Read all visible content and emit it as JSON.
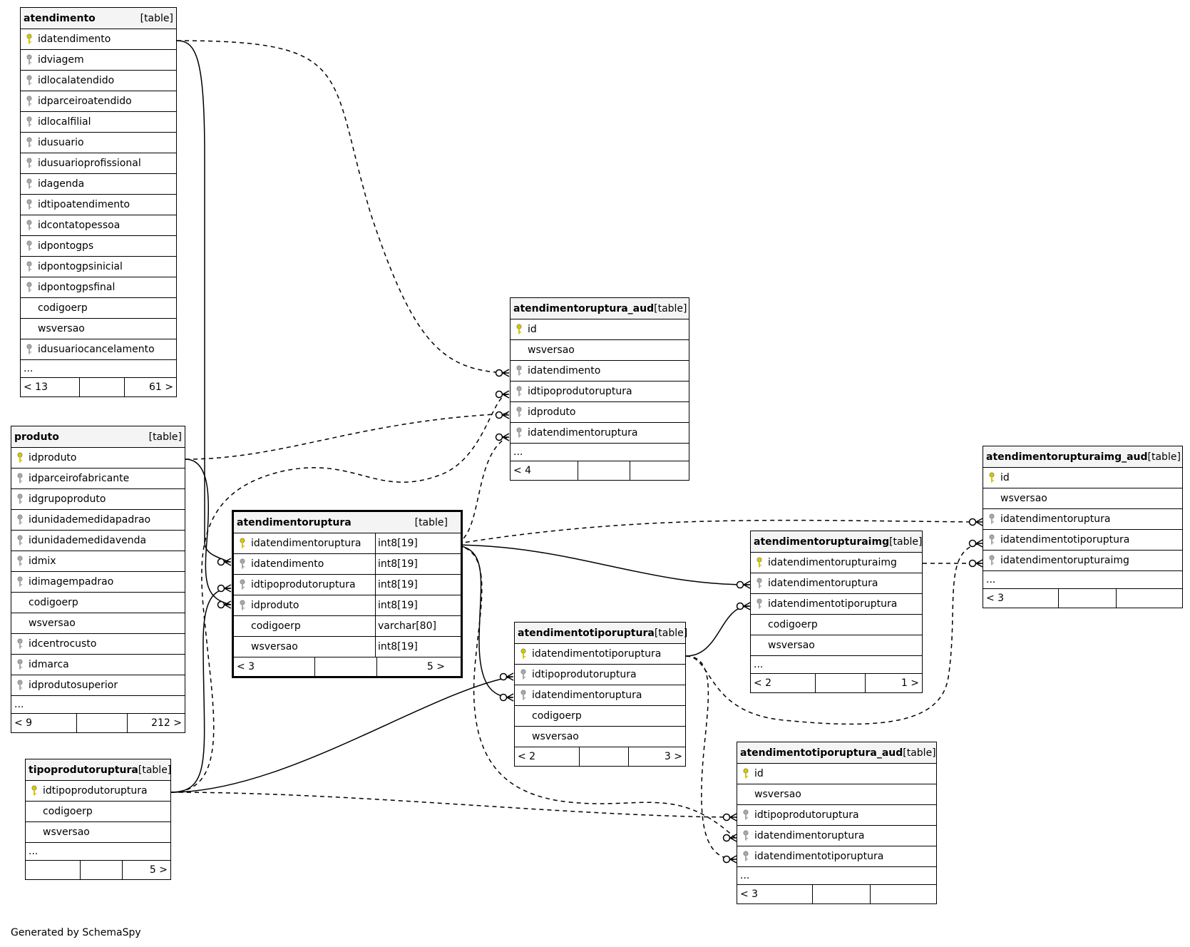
{
  "footer_text": "Generated by SchemaSpy",
  "tables": {
    "atendimento": {
      "name": "atendimento",
      "type": "[table]",
      "columns": [
        {
          "name": "idatendimento",
          "icon": "primary-key-icon"
        },
        {
          "name": "idviagem",
          "icon": "foreign-key-icon"
        },
        {
          "name": "idlocalatendido",
          "icon": "foreign-key-icon"
        },
        {
          "name": "idparceiroatendido",
          "icon": "foreign-key-icon"
        },
        {
          "name": "idlocalfilial",
          "icon": "foreign-key-icon"
        },
        {
          "name": "idusuario",
          "icon": "foreign-key-icon"
        },
        {
          "name": "idusuarioprofissional",
          "icon": "foreign-key-icon"
        },
        {
          "name": "idagenda",
          "icon": "foreign-key-icon"
        },
        {
          "name": "idtipoatendimento",
          "icon": "foreign-key-icon"
        },
        {
          "name": "idcontatopessoa",
          "icon": "foreign-key-icon"
        },
        {
          "name": "idpontogps",
          "icon": "foreign-key-icon"
        },
        {
          "name": "idpontogpsinicial",
          "icon": "foreign-key-icon"
        },
        {
          "name": "idpontogpsfinal",
          "icon": "foreign-key-icon"
        },
        {
          "name": "codigoerp",
          "icon": ""
        },
        {
          "name": "wsversao",
          "icon": ""
        },
        {
          "name": "idusuariocancelamento",
          "icon": "foreign-key-icon"
        }
      ],
      "ellipsis": "...",
      "footer": {
        "left": "< 13",
        "middle": "",
        "right": "61 >"
      }
    },
    "produto": {
      "name": "produto",
      "type": "[table]",
      "columns": [
        {
          "name": "idproduto",
          "icon": "primary-key-icon"
        },
        {
          "name": "idparceirofabricante",
          "icon": "foreign-key-icon"
        },
        {
          "name": "idgrupoproduto",
          "icon": "foreign-key-icon"
        },
        {
          "name": "idunidademedidapadrao",
          "icon": "foreign-key-icon"
        },
        {
          "name": "idunidademedidavenda",
          "icon": "foreign-key-icon"
        },
        {
          "name": "idmix",
          "icon": "foreign-key-icon"
        },
        {
          "name": "idimagempadrao",
          "icon": "foreign-key-icon"
        },
        {
          "name": "codigoerp",
          "icon": ""
        },
        {
          "name": "wsversao",
          "icon": ""
        },
        {
          "name": "idcentrocusto",
          "icon": "foreign-key-icon"
        },
        {
          "name": "idmarca",
          "icon": "foreign-key-icon"
        },
        {
          "name": "idprodutosuperior",
          "icon": "foreign-key-icon"
        }
      ],
      "ellipsis": "...",
      "footer": {
        "left": "< 9",
        "middle": "",
        "right": "212 >"
      }
    },
    "tipoprodutoruptura": {
      "name": "tipoprodutoruptura",
      "type": "[table]",
      "columns": [
        {
          "name": "idtipoprodutoruptura",
          "icon": "primary-key-icon"
        },
        {
          "name": "codigoerp",
          "icon": ""
        },
        {
          "name": "wsversao",
          "icon": ""
        }
      ],
      "ellipsis": "...",
      "footer": {
        "left": "",
        "middle": "",
        "right": "5 >"
      }
    },
    "atendimentoruptura": {
      "name": "atendimentoruptura",
      "type": "[table]",
      "columns": [
        {
          "name": "idatendimentoruptura",
          "icon": "primary-key-icon",
          "type": "int8[19]"
        },
        {
          "name": "idatendimento",
          "icon": "foreign-key-icon",
          "type": "int8[19]"
        },
        {
          "name": "idtipoprodutoruptura",
          "icon": "foreign-key-icon",
          "type": "int8[19]"
        },
        {
          "name": "idproduto",
          "icon": "foreign-key-icon",
          "type": "int8[19]"
        },
        {
          "name": "codigoerp",
          "icon": "",
          "type": "varchar[80]"
        },
        {
          "name": "wsversao",
          "icon": "",
          "type": "int8[19]"
        }
      ],
      "footer": {
        "left": "< 3",
        "middle": "",
        "right": "5 >"
      }
    },
    "atendimentoruptura_aud": {
      "name": "atendimentoruptura_aud",
      "type": "[table]",
      "columns": [
        {
          "name": "id",
          "icon": "primary-key-icon"
        },
        {
          "name": "wsversao",
          "icon": ""
        },
        {
          "name": "idatendimento",
          "icon": "foreign-key-icon"
        },
        {
          "name": "idtipoprodutoruptura",
          "icon": "foreign-key-icon"
        },
        {
          "name": "idproduto",
          "icon": "foreign-key-icon"
        },
        {
          "name": "idatendimentoruptura",
          "icon": "foreign-key-icon"
        }
      ],
      "ellipsis": "...",
      "footer": {
        "left": "< 4",
        "middle": "",
        "right": ""
      }
    },
    "atendimentotiporuptura": {
      "name": "atendimentotiporuptura",
      "type": "[table]",
      "columns": [
        {
          "name": "idatendimentotiporuptura",
          "icon": "primary-key-icon"
        },
        {
          "name": "idtipoprodutoruptura",
          "icon": "foreign-key-icon"
        },
        {
          "name": "idatendimentoruptura",
          "icon": "foreign-key-icon"
        },
        {
          "name": "codigoerp",
          "icon": ""
        },
        {
          "name": "wsversao",
          "icon": ""
        }
      ],
      "footer": {
        "left": "< 2",
        "middle": "",
        "right": "3 >"
      }
    },
    "atendimentorupturaimg": {
      "name": "atendimentorupturaimg",
      "type": "[table]",
      "columns": [
        {
          "name": "idatendimentorupturaimg",
          "icon": "primary-key-icon"
        },
        {
          "name": "idatendimentoruptura",
          "icon": "foreign-key-icon"
        },
        {
          "name": "idatendimentotiporuptura",
          "icon": "foreign-key-icon"
        },
        {
          "name": "codigoerp",
          "icon": ""
        },
        {
          "name": "wsversao",
          "icon": ""
        }
      ],
      "ellipsis": "...",
      "footer": {
        "left": "< 2",
        "middle": "",
        "right": "1 >"
      }
    },
    "atendimentorupturaimg_aud": {
      "name": "atendimentorupturaimg_aud",
      "type": "[table]",
      "columns": [
        {
          "name": "id",
          "icon": "primary-key-icon"
        },
        {
          "name": "wsversao",
          "icon": ""
        },
        {
          "name": "idatendimentoruptura",
          "icon": "foreign-key-icon"
        },
        {
          "name": "idatendimentotiporuptura",
          "icon": "foreign-key-icon"
        },
        {
          "name": "idatendimentorupturaimg",
          "icon": "foreign-key-icon"
        }
      ],
      "ellipsis": "...",
      "footer": {
        "left": "< 3",
        "middle": "",
        "right": ""
      }
    },
    "atendimentotiporuptura_aud": {
      "name": "atendimentotiporuptura_aud",
      "type": "[table]",
      "columns": [
        {
          "name": "id",
          "icon": "primary-key-icon"
        },
        {
          "name": "wsversao",
          "icon": ""
        },
        {
          "name": "idtipoprodutoruptura",
          "icon": "foreign-key-icon"
        },
        {
          "name": "idatendimentoruptura",
          "icon": "foreign-key-icon"
        },
        {
          "name": "idatendimentotiporuptura",
          "icon": "foreign-key-icon"
        }
      ],
      "ellipsis": "...",
      "footer": {
        "left": "< 3",
        "middle": "",
        "right": ""
      }
    }
  },
  "colors": {
    "primary_key": "#d4c600",
    "foreign_key": "#a8a8a8",
    "header_bg": "#f4f4f4",
    "line": "#000000"
  }
}
